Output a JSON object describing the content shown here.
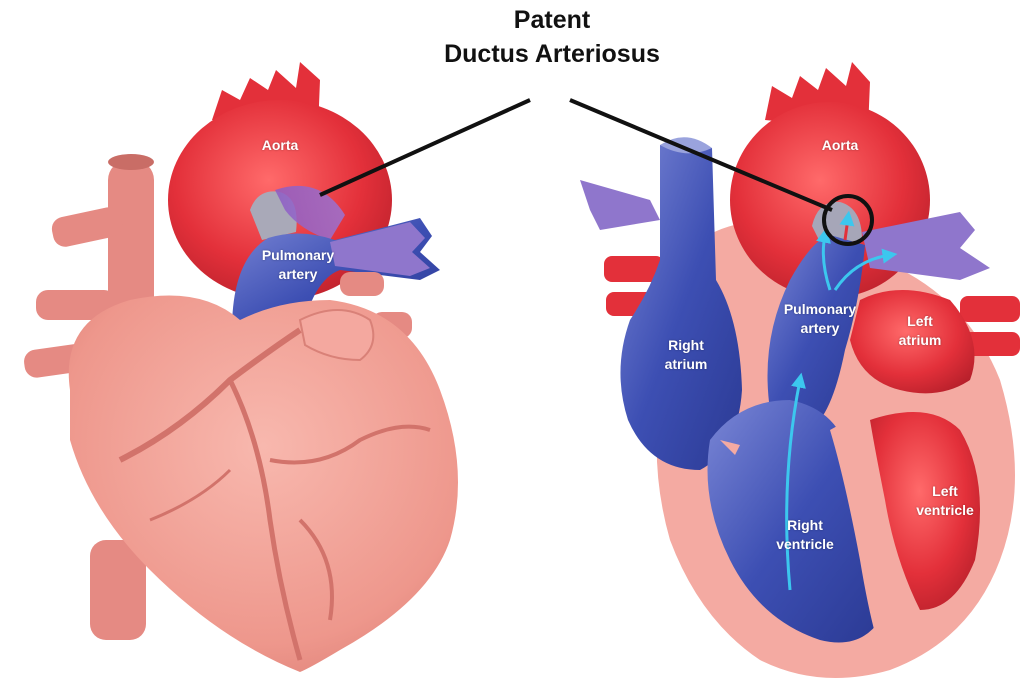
{
  "title": {
    "line1": "Patent",
    "line2": "Ductus Arteriosus"
  },
  "left_heart": {
    "aorta": "Aorta",
    "pulmonary_artery_line1": "Pulmonary",
    "pulmonary_artery_line2": "artery"
  },
  "right_heart": {
    "aorta": "Aorta",
    "pulmonary_artery_line1": "Pulmonary",
    "pulmonary_artery_line2": "artery",
    "right_atrium_line1": "Right",
    "right_atrium_line2": "atrium",
    "left_atrium_line1": "Left",
    "left_atrium_line2": "atrium",
    "right_ventricle_line1": "Right",
    "right_ventricle_line2": "ventricle",
    "left_ventricle_line1": "Left",
    "left_ventricle_line2": "ventricle"
  },
  "colors": {
    "oxygenated": "#e8323c",
    "deoxygenated": "#3d4fb3",
    "heart_muscle": "#f2a39a",
    "mixed": "#8d5bc4",
    "flow_arrow": "#3cc7ee"
  }
}
